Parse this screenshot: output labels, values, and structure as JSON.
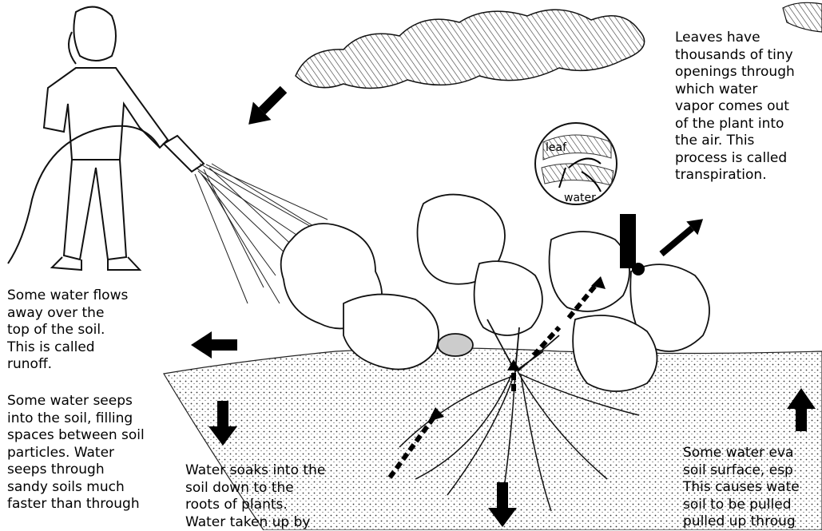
{
  "captions": {
    "transpiration": "Leaves have\nthousands of tiny\nopenings through\nwhich water\nvapor comes out\nof the plant into\nthe air. This\nprocess is called\ntranspiration.",
    "runoff": "Some water flows\naway over the\ntop of the soil.\nThis is called\nrunoff.",
    "seepage": "Some water seeps\ninto the soil, filling\nspaces between soil\nparticles. Water\nseeps through\nsandy soils much\nfaster than through",
    "roots": "Water soaks into the\nsoil down to the\nroots of plants.\nWater taken up by",
    "evaporation": "Some water eva\nsoil surface, esp\nThis causes wate\nsoil to be pulled\npulled up throug"
  },
  "inset": {
    "leaf_label": "leaf",
    "water_label": "water"
  },
  "colors": {
    "ink": "#000000",
    "background": "#ffffff",
    "soil": "#f2f2f2"
  }
}
